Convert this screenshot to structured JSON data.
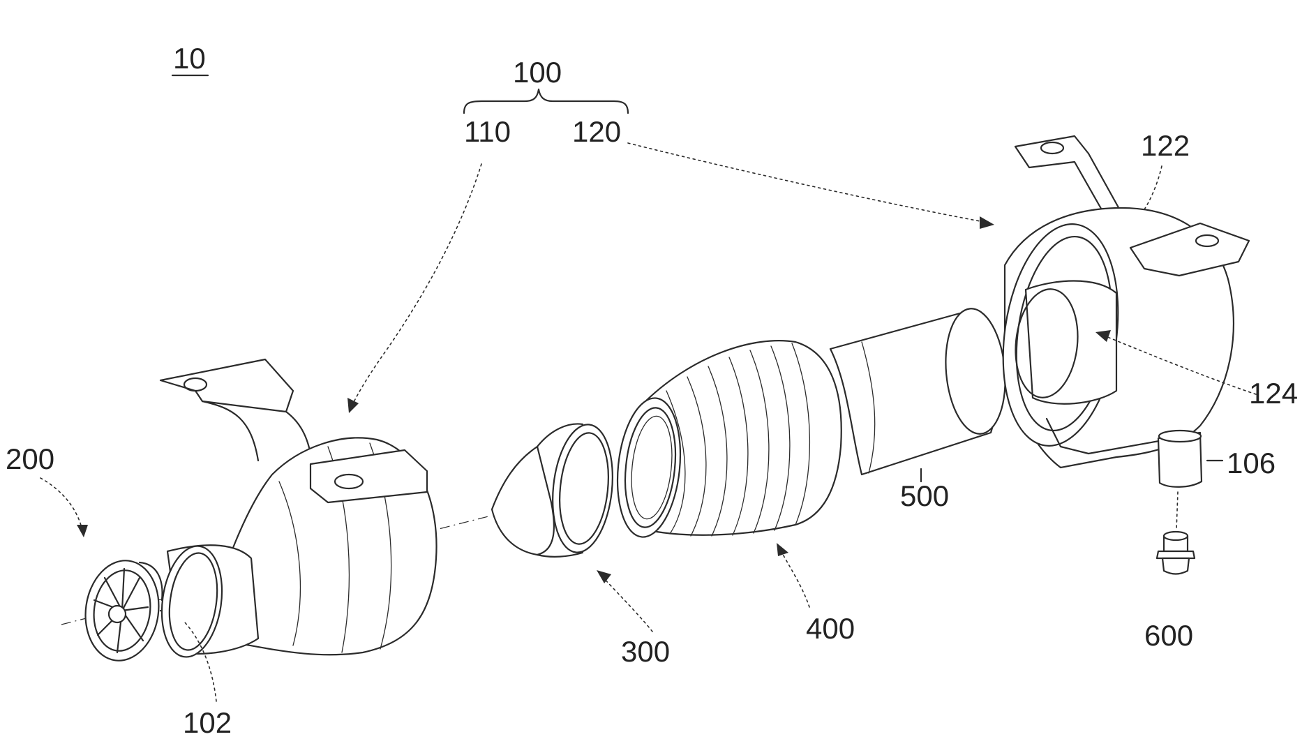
{
  "figure": {
    "ref_numerals": {
      "device": "10",
      "housing": "100",
      "housing_front": "110",
      "housing_rear": "120",
      "rear_shell": "122",
      "inner_ring": "124",
      "outlet": "106",
      "inlet": "102",
      "fan": "200",
      "cone": "300",
      "bellows": "400",
      "tube": "500",
      "plug": "600"
    }
  }
}
